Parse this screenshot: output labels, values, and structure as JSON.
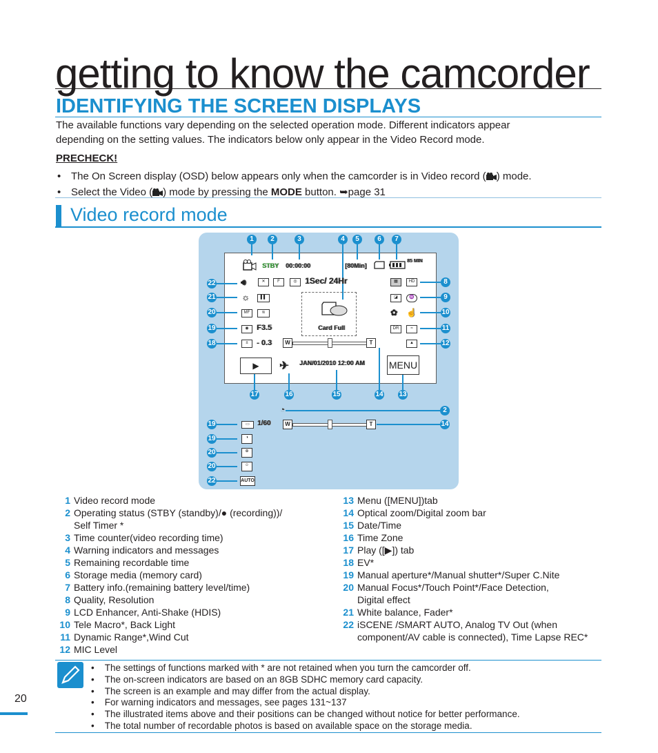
{
  "chapter_title": "getting to know the camcorder",
  "section_title": "IDENTIFYING THE SCREEN DISPLAYS",
  "intro_line1": "The available functions vary depending on the selected operation mode. Different indicators appear",
  "intro_line2": "depending on the setting values. The indicators below only appear in the Video Record mode.",
  "precheck_label": "PRECHECK!",
  "precheck_bullets": {
    "b1_pre": "The On Screen display (OSD) below appears only when the camcorder is in Video record (",
    "b1_post": ") mode.",
    "b2_pre": "Select the Video (",
    "b2_mid": ") mode by pressing the ",
    "b2_bold": "MODE",
    "b2_post": " button. ➥page 31"
  },
  "subsection_title": "Video record mode",
  "osd": {
    "status": "STBY",
    "time_counter": "00:00:00",
    "remaining_time": "[80Min]",
    "battery_time": "85 MIN",
    "timelapse": "1Sec/ 24Hr",
    "card_message": "Card Full",
    "aperture": "F3.5",
    "ev": "- 0.3",
    "zoom_w": "W",
    "zoom_t": "T",
    "datetime": "JAN/01/2010 12:00 AM",
    "menu_tab": "MENU",
    "shutter": "1/60",
    "smart_auto": "AUTO"
  },
  "callouts": {
    "top": [
      "1",
      "2",
      "3",
      "4",
      "5",
      "6",
      "7"
    ],
    "right": [
      "8",
      "9",
      "10",
      "11",
      "12"
    ],
    "left": [
      "22",
      "21",
      "20",
      "19",
      "18"
    ],
    "bottom": [
      "17",
      "16",
      "15",
      "14",
      "13"
    ],
    "lower_right": [
      "2",
      "14"
    ],
    "lower_left": [
      "19",
      "19",
      "20",
      "20",
      "22"
    ]
  },
  "legend_left": [
    {
      "num": "1",
      "text": "Video record mode"
    },
    {
      "num": "2",
      "text": "Operating status (STBY (standby)/● (recording))/"
    },
    {
      "num": "",
      "text": "Self Timer *"
    },
    {
      "num": "3",
      "text": "Time counter(video recording time)"
    },
    {
      "num": "4",
      "text": "Warning indicators and messages"
    },
    {
      "num": "5",
      "text": "Remaining recordable time"
    },
    {
      "num": "6",
      "text": "Storage media (memory card)"
    },
    {
      "num": "7",
      "text": "Battery info.(remaining battery level/time)"
    },
    {
      "num": "8",
      "text": "Quality, Resolution"
    },
    {
      "num": "9",
      "text": "LCD Enhancer, Anti-Shake (HDIS)"
    },
    {
      "num": "10",
      "text": "Tele Macro*, Back Light"
    },
    {
      "num": "11",
      "text": "Dynamic Range*,Wind Cut"
    },
    {
      "num": "12",
      "text": "MIC Level"
    }
  ],
  "legend_right": [
    {
      "num": "13",
      "text": "Menu ([MENU])tab"
    },
    {
      "num": "14",
      "text": "Optical zoom/Digital zoom bar"
    },
    {
      "num": "15",
      "text": "Date/Time"
    },
    {
      "num": "16",
      "text": "Time Zone"
    },
    {
      "num": "17",
      "text": "Play ([▶]) tab"
    },
    {
      "num": "18",
      "text": "EV*"
    },
    {
      "num": "19",
      "text": "Manual aperture*/Manual shutter*/Super C.Nite"
    },
    {
      "num": "20",
      "text": "Manual Focus*/Touch Point*/Face Detection,"
    },
    {
      "num": "",
      "text": "Digital effect"
    },
    {
      "num": "21",
      "text": "White balance, Fader*"
    },
    {
      "num": "22",
      "text": "iSCENE /SMART AUTO, Analog TV Out (when"
    },
    {
      "num": "",
      "text": "component/AV cable is connected), Time Lapse REC*"
    }
  ],
  "notes": [
    "The settings of functions marked with * are not retained when you turn the camcorder off.",
    "The on-screen indicators are based on an 8GB SDHC memory card capacity.",
    "The screen is an example and may differ from the actual display.",
    "For warning indicators and messages, see pages 131~137",
    "The illustrated items above and their positions can be changed without notice for better performance.",
    "The total number of recordable photos is based on available space on the storage media."
  ],
  "page_number": "20",
  "colors": {
    "accent": "#1b8fce",
    "panel": "#b5d5ec"
  }
}
